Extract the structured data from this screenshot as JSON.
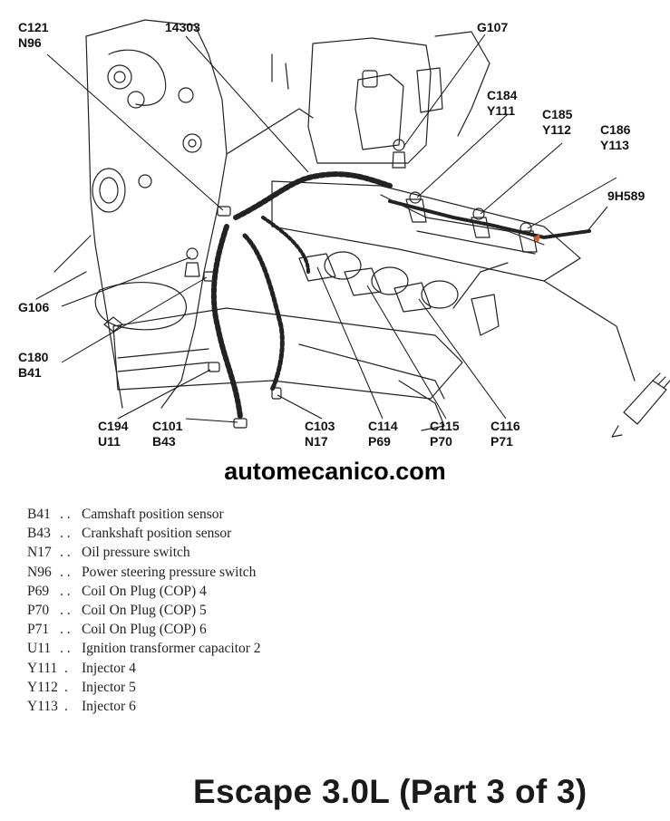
{
  "callouts": {
    "c121": "C121\nN96",
    "c14303": "14303",
    "g107": "G107",
    "c184": "C184\nY111",
    "c185": "C185\nY112",
    "c186": "C186\nY113",
    "c9h589": "9H589",
    "g106": "G106",
    "c180": "C180\nB41",
    "c194": "C194\nU11",
    "c101": "C101\nB43",
    "c103": "C103\nN17",
    "c114": "C114\nP69",
    "c115": "C115\nP70",
    "c116": "C116\nP71"
  },
  "watermark": "automecanico.com",
  "legend": [
    {
      "code": "B41",
      "sep": ". .",
      "desc": "Camshaft position sensor"
    },
    {
      "code": "B43",
      "sep": ". .",
      "desc": "Crankshaft position sensor"
    },
    {
      "code": "N17",
      "sep": ". .",
      "desc": "Oil pressure switch"
    },
    {
      "code": "N96",
      "sep": ". .",
      "desc": "Power steering pressure switch"
    },
    {
      "code": "P69",
      "sep": ". .",
      "desc": "Coil On Plug (COP) 4"
    },
    {
      "code": "P70",
      "sep": ". .",
      "desc": "Coil On Plug (COP) 5"
    },
    {
      "code": "P71",
      "sep": ". .",
      "desc": "Coil On Plug (COP) 6"
    },
    {
      "code": "U11",
      "sep": ". .",
      "desc": "Ignition transformer capacitor 2"
    },
    {
      "code": "Y111",
      "sep": ".",
      "desc": "Injector 4"
    },
    {
      "code": "Y112",
      "sep": ".",
      "desc": "Injector 5"
    },
    {
      "code": "Y113",
      "sep": ".",
      "desc": "Injector 6"
    }
  ],
  "title": "Escape 3.0L (Part 3 of 3)",
  "colors": {
    "ink": "#111111",
    "accent": "#c8612a",
    "paper": "#ffffff"
  }
}
